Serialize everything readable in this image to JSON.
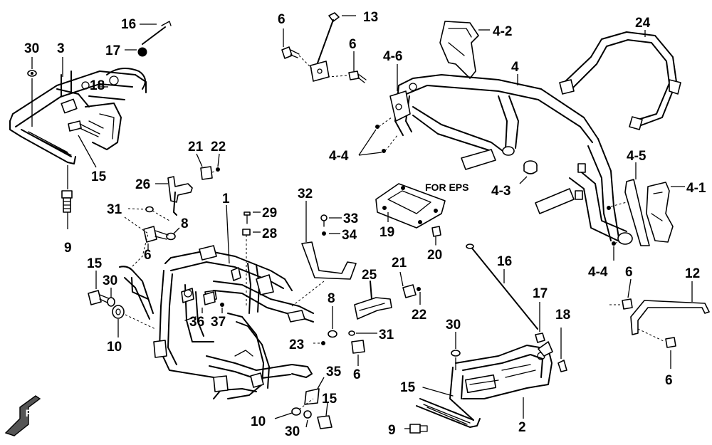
{
  "diagram": {
    "callouts": {
      "c16a": "16",
      "c13": "13",
      "c6a": "6",
      "c4_2": "4-2",
      "c24": "24",
      "c30a": "30",
      "c3": "3",
      "c17a": "17",
      "c6b": "6",
      "c4_6": "4-6",
      "c4": "4",
      "c18a": "18",
      "c4_4a": "4-4",
      "c15a": "15",
      "c21a": "21",
      "c22a": "22",
      "c26": "26",
      "c4_3": "4-3",
      "c4_5": "4-5",
      "c4_1": "4-1",
      "c1": "1",
      "c32": "32",
      "c31a": "31",
      "c29": "29",
      "c8a": "8",
      "c33": "33",
      "c19": "19",
      "c28": "28",
      "c34": "34",
      "c6c": "6",
      "c20": "20",
      "c9a": "9",
      "c16b": "16",
      "c4_4b": "4-4",
      "c6d": "6",
      "c12": "12",
      "c15b": "15",
      "c25": "25",
      "c21b": "21",
      "c30b": "30",
      "c8b": "8",
      "c17b": "17",
      "c18b": "18",
      "c36": "36",
      "c37": "37",
      "c22b": "22",
      "c10a": "10",
      "c31b": "31",
      "c30c": "30",
      "c23": "23",
      "c6e": "6",
      "c6f": "6",
      "c35": "35",
      "c15c": "15",
      "c2": "2",
      "c10b": "10",
      "c30d": "30",
      "c15d": "15",
      "c9b": "9"
    },
    "for_eps_note": "FOR EPS",
    "orientation_mark": "F"
  }
}
